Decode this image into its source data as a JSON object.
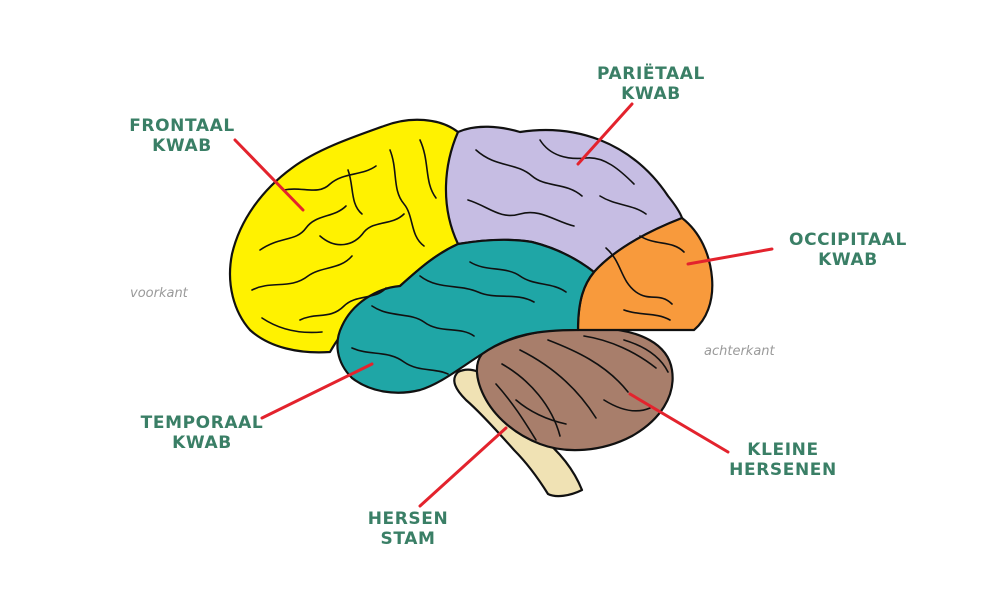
{
  "colors": {
    "label_text": "#3a7f66",
    "pointer": "#e3232d",
    "side_text": "#9a9a9a",
    "frontal_lobe": "#fff200",
    "parietal_lobe": "#c6bde3",
    "temporal_lobe": "#1fa6a6",
    "occipital_lobe": "#f89a3c",
    "cerebellum": "#a87e6b",
    "brainstem": "#f0e2b4"
  },
  "labels": {
    "frontal": {
      "line1": "FRONTAAL",
      "line2": "KWAB"
    },
    "parietal": {
      "line1": "PARIËTAAL",
      "line2": "KWAB"
    },
    "occipital": {
      "line1": "OCCIPITAAL",
      "line2": "KWAB"
    },
    "temporal": {
      "line1": "TEMPORAAL",
      "line2": "KWAB"
    },
    "brainstem": {
      "line1": "HERSEN",
      "line2": "STAM"
    },
    "cerebellum": {
      "line1": "KLEINE",
      "line2": "HERSENEN"
    }
  },
  "orientation": {
    "front": "voorkant",
    "back": "achterkant"
  }
}
